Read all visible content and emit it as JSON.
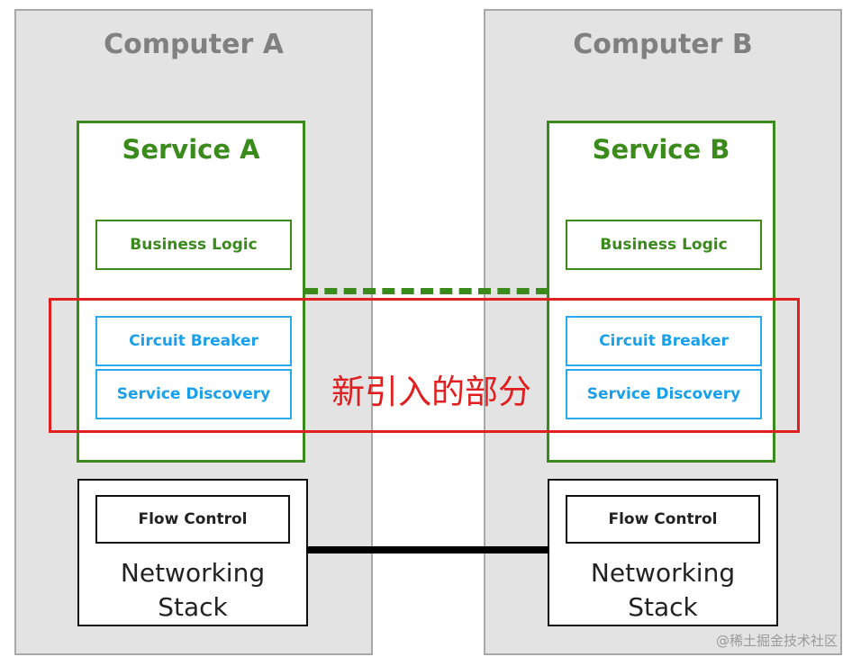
{
  "computers": [
    {
      "title": "Computer A",
      "service": {
        "title": "Service A",
        "business_logic": "Business Logic",
        "circuit_breaker": "Circuit Breaker",
        "service_discovery": "Service Discovery"
      },
      "networking": {
        "flow_control": "Flow Control",
        "stack_line1": "Networking",
        "stack_line2": "Stack"
      }
    },
    {
      "title": "Computer B",
      "service": {
        "title": "Service B",
        "business_logic": "Business Logic",
        "circuit_breaker": "Circuit Breaker",
        "service_discovery": "Service Discovery"
      },
      "networking": {
        "flow_control": "Flow Control",
        "stack_line1": "Networking",
        "stack_line2": "Stack"
      }
    }
  ],
  "highlight": {
    "label": "新引入的部分",
    "color": "#e02020"
  },
  "watermark": "@稀土掘金技术社区",
  "colors": {
    "service_green": "#3a8a1c",
    "component_blue": "#2aa9ee",
    "computer_bg": "#e3e3e3"
  }
}
